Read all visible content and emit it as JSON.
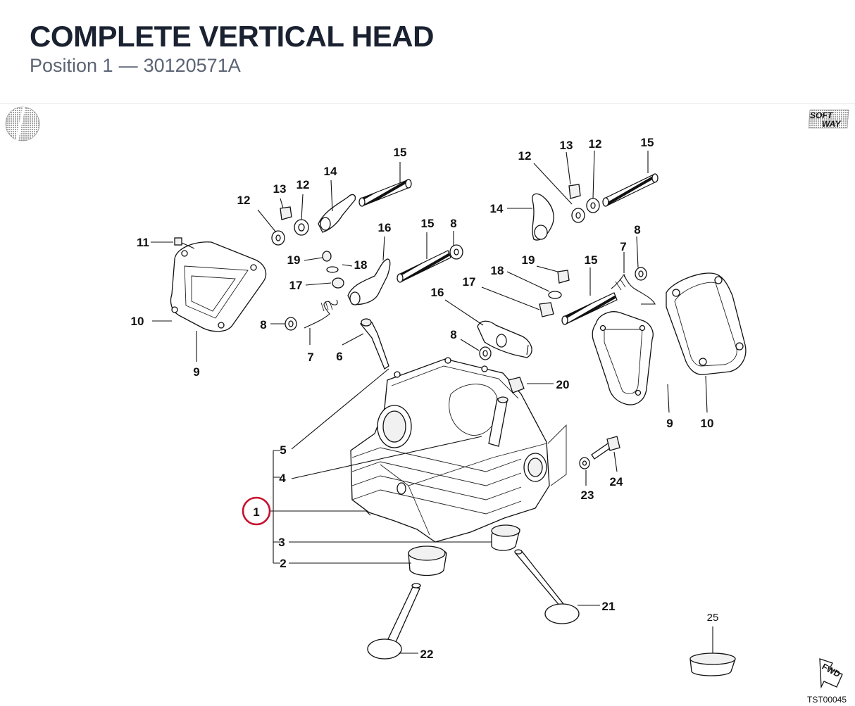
{
  "header": {
    "title": "COMPLETE VERTICAL HEAD",
    "position_label": "Position 1",
    "dash": "—",
    "part_number": "30120571A"
  },
  "diagram": {
    "brand_logo_text_top": "SOFT",
    "brand_logo_text_bottom": "WAY",
    "fwd_label": "FWD",
    "reference_code": "TST00045",
    "highlighted_callout": "1",
    "callouts": {
      "c1": "1",
      "c2": "2",
      "c3": "3",
      "c4": "4",
      "c5": "5",
      "c6": "6",
      "c7a": "7",
      "c7b": "7",
      "c8a": "8",
      "c8b": "8",
      "c8c": "8",
      "c8d": "8",
      "c9a": "9",
      "c9b": "9",
      "c10a": "10",
      "c10b": "10",
      "c11": "11",
      "c12a": "12",
      "c12b": "12",
      "c12c": "12",
      "c12d": "12",
      "c13a": "13",
      "c13b": "13",
      "c14a": "14",
      "c14b": "14",
      "c15a": "15",
      "c15b": "15",
      "c15c": "15",
      "c15d": "15",
      "c16a": "16",
      "c16b": "16",
      "c17a": "17",
      "c17b": "17",
      "c18a": "18",
      "c18b": "18",
      "c19a": "19",
      "c19b": "19",
      "c20": "20",
      "c21": "21",
      "c22": "22",
      "c23": "23",
      "c24": "24",
      "c25": "25"
    }
  }
}
